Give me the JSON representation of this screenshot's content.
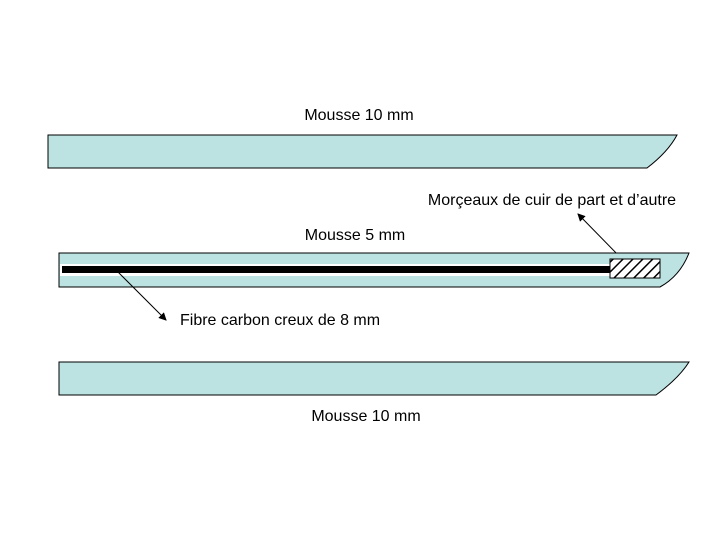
{
  "labels": {
    "top_foam": "Mousse 10 mm",
    "middle_foam": "Mousse 5 mm",
    "leather": "Morçeaux de cuir de part et d’autre",
    "carbon_tube": "Fibre carbon creux de 8 mm",
    "bottom_foam": "Mousse 10 mm"
  },
  "colors": {
    "foam_fill": "#bde2e2",
    "tube": "#000000",
    "background": "#ffffff"
  }
}
